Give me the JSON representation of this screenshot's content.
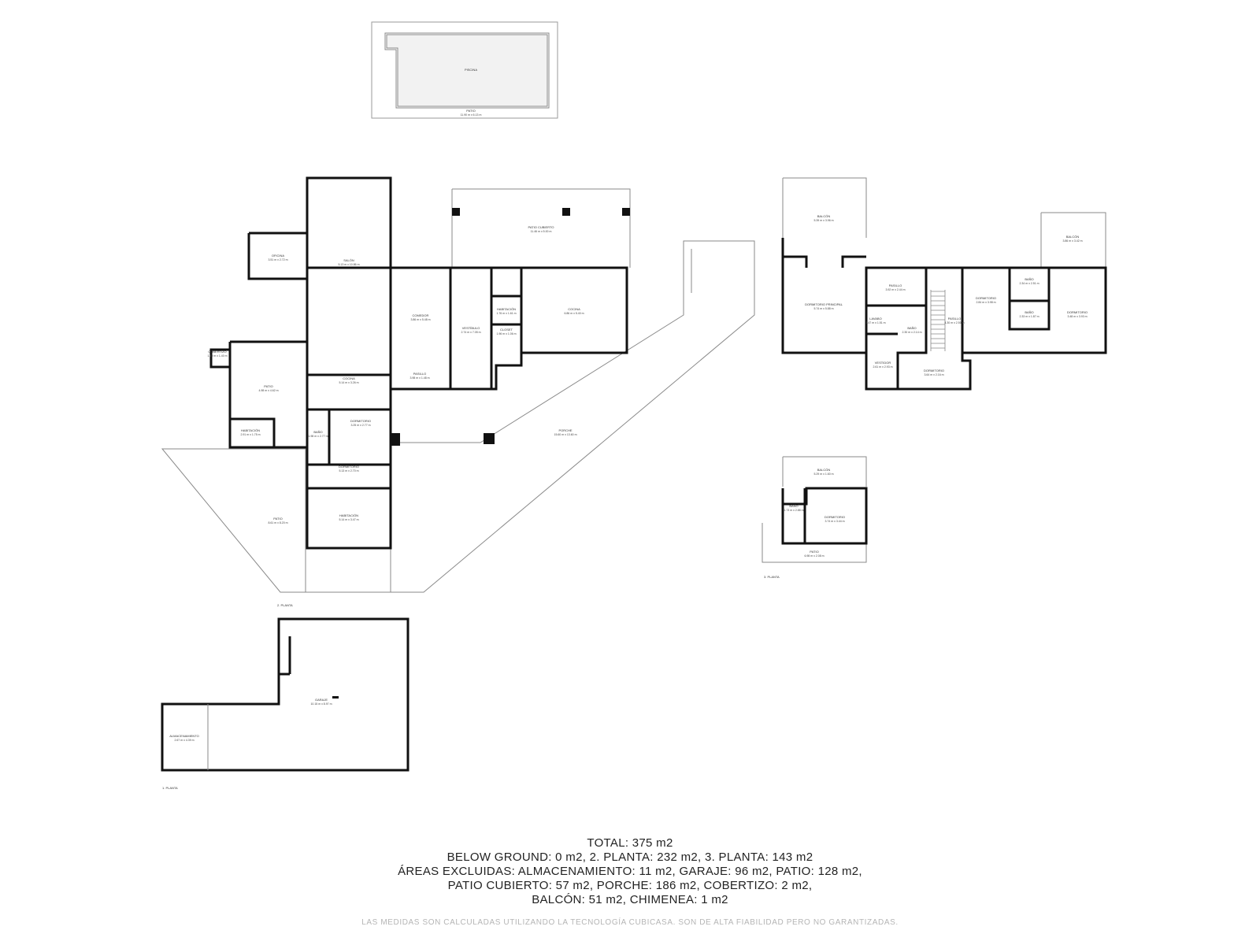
{
  "floors": [
    {
      "key": "pool",
      "label": ""
    },
    {
      "key": "p2",
      "label": "2. PLANTA"
    },
    {
      "key": "p3",
      "label": "3. PLANTA"
    },
    {
      "key": "p1",
      "label": "1. PLANTA"
    }
  ],
  "rooms": [
    {
      "id": "piscina",
      "name": "PISCINA",
      "dims": ""
    },
    {
      "id": "patio-pool",
      "name": "PATIO",
      "dims": "11.90 m x 6.13 m"
    },
    {
      "id": "oficina",
      "name": "OFICINA",
      "dims": "3.51 m x 2.72 m"
    },
    {
      "id": "salon",
      "name": "SALÓN",
      "dims": "5.13 m x 10.86 m"
    },
    {
      "id": "patio-cubierto",
      "name": "PATIO CUBIERTO",
      "dims": "11.46 m x 5.00 m"
    },
    {
      "id": "comedor",
      "name": "COMEDOR",
      "dims": "3.86 m x 5.48 m"
    },
    {
      "id": "vestibulo",
      "name": "VESTÍBULO",
      "dims": "2.74 m x 7.05 m"
    },
    {
      "id": "habitacion-1",
      "name": "HABITACIÓN",
      "dims": "1.76 m x 1.61 m"
    },
    {
      "id": "cocina-1",
      "name": "COCINA",
      "dims": "6.86 m x 5.40 m"
    },
    {
      "id": "closet",
      "name": "CLOSET",
      "dims": "1.96 m x 1.06 m"
    },
    {
      "id": "cobertizo",
      "name": "COBERTIZO",
      "dims": "1.50 m x 1.40 m"
    },
    {
      "id": "patio-2",
      "name": "PATIO",
      "dims": "4.98 m x 4.62 m"
    },
    {
      "id": "cocina-2",
      "name": "COCINA",
      "dims": "5.14 m x 3.26 m"
    },
    {
      "id": "pasillo-1",
      "name": "PASILLO",
      "dims": "3.98 m x 1.48 m"
    },
    {
      "id": "porche",
      "name": "PORCHE",
      "dims": "15.60 m x 13.60 m"
    },
    {
      "id": "dormitorio-1",
      "name": "DORMITORIO",
      "dims": "3.25 m x 2.77 m"
    },
    {
      "id": "bano-1",
      "name": "BAÑO",
      "dims": "1.98 m x 2.77 m"
    },
    {
      "id": "habitacion-2",
      "name": "HABITACIÓN",
      "dims": "2.91 m x 1.75 m"
    },
    {
      "id": "dormitorio-2",
      "name": "DORMITORIO",
      "dims": "5.13 m x 2.70 m"
    },
    {
      "id": "patio-3",
      "name": "PATIO",
      "dims": "8.61 m x 8.20 m"
    },
    {
      "id": "habitacion-3",
      "name": "HABITACIÓN",
      "dims": "5.14 m x 3.47 m"
    },
    {
      "id": "balcon-1",
      "name": "BALCÓN",
      "dims": "5.39 m x 3.96 m"
    },
    {
      "id": "balcon-2",
      "name": "BALCÓN",
      "dims": "3.86 m x 3.42 m"
    },
    {
      "id": "dormitorio-principal",
      "name": "DORMITORIO PRINCIPAL",
      "dims": "5.74 m x 5.88 m"
    },
    {
      "id": "pasillo-2",
      "name": "PASILLO",
      "dims": "3.92 m x 2.44 m"
    },
    {
      "id": "dormitorio-3",
      "name": "DORMITORIO",
      "dims": "2.84 m x 3.98 m"
    },
    {
      "id": "bano-2",
      "name": "BAÑO",
      "dims": "2.34 m x 2.51 m"
    },
    {
      "id": "bano-3",
      "name": "BAÑO",
      "dims": "2.33 m x 1.87 m"
    },
    {
      "id": "dormitorio-4",
      "name": "DORMITORIO",
      "dims": "3.48 m x 3.93 m"
    },
    {
      "id": "lavabo",
      "name": "LAVABO",
      "dims": "1.47 m x 1.51 m"
    },
    {
      "id": "bano-4",
      "name": "BAÑO",
      "dims": "2.30 m x 2.14 m"
    },
    {
      "id": "pasillo-3",
      "name": "PASILLO",
      "dims": "4.30 m x 2.50 m"
    },
    {
      "id": "vestidor",
      "name": "VESTIDOR",
      "dims": "2.61 m x 2.93 m"
    },
    {
      "id": "dormitorio-5",
      "name": "DORMITORIO",
      "dims": "3.64 m x 2.16 m"
    },
    {
      "id": "balcon-3",
      "name": "BALCÓN",
      "dims": "5.29 m x 1.60 m"
    },
    {
      "id": "bano-5",
      "name": "BAÑO",
      "dims": "1.73 m x 2.88 m"
    },
    {
      "id": "dormitorio-6",
      "name": "DORMITORIO",
      "dims": "3.74 m x 3.44 m"
    },
    {
      "id": "patio-4",
      "name": "PATIO",
      "dims": "6.98 m x 2.08 m"
    },
    {
      "id": "garaje",
      "name": "GARAJE",
      "dims": "10.15 m x 8.97 m"
    },
    {
      "id": "almacenamiento",
      "name": "ALMACENAMIENTO",
      "dims": "2.67 m x 4.39 m"
    }
  ],
  "summary": {
    "line1": "TOTAL: 375 m2",
    "line2": "BELOW GROUND: 0 m2, 2. PLANTA: 232 m2, 3. PLANTA: 143 m2",
    "line3": "ÁREAS EXCLUIDAS: ALMACENAMIENTO: 11 m2, GARAJE: 96 m2, PATIO: 128 m2,",
    "line4": "PATIO CUBIERTO: 57 m2, PORCHE: 186 m2, COBERTIZO: 2 m2,",
    "line5": "BALCÓN: 51 m2, CHIMENEA: 1 m2"
  },
  "disclaimer": "LAS MEDIDAS SON CALCULADAS UTILIZANDO LA TECNOLOGÍA CUBICASA. SON DE ALTA FIABILIDAD PERO NO GARANTIZADAS.",
  "colors": {
    "wall": "#111111",
    "thin_wall": "#8a8a8a",
    "pool_fill": "#f2f2f2",
    "text": "#222222",
    "disclaimer": "#b5b5b5"
  }
}
